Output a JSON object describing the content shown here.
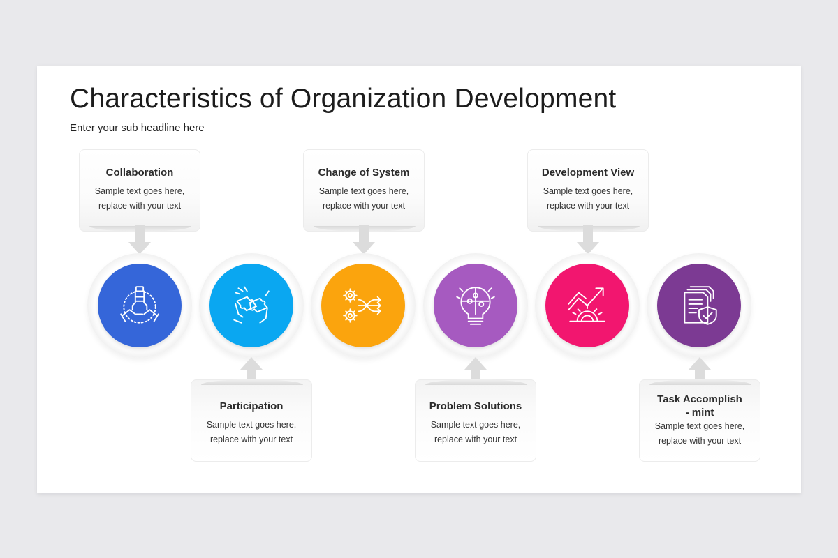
{
  "title": "Characteristics of Organization Development",
  "subtitle": "Enter your sub headline here",
  "steps": [
    {
      "title": "Collaboration",
      "text": "Sample text goes here, replace with your text",
      "color": "#3566d9",
      "icon": "hands-together-icon"
    },
    {
      "title": "Participation",
      "text": "Sample text goes here, replace with your text",
      "color": "#0aa7f1",
      "icon": "puzzle-hands-icon"
    },
    {
      "title": "Change of System",
      "text": "Sample text goes here, replace with your text",
      "color": "#fba40d",
      "icon": "gears-shuffle-icon"
    },
    {
      "title": "Problem Solutions",
      "text": "Sample text goes here, replace with your text",
      "color": "#a65ac0",
      "icon": "puzzle-bulb-icon"
    },
    {
      "title": "Development View",
      "text": "Sample text goes here, replace with your text",
      "color": "#f2166f",
      "icon": "growth-gear-icon"
    },
    {
      "title": "Task Accomplish - mint",
      "text": "Sample text goes here, replace with your text",
      "color": "#7c3a93",
      "icon": "document-shield-icon"
    }
  ]
}
